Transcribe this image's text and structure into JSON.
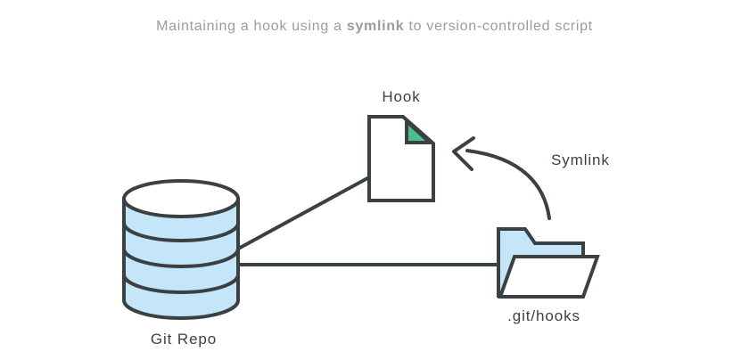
{
  "title": {
    "prefix": "Maintaining a hook using a ",
    "emphasis": "symlink",
    "suffix": " to version-controlled script"
  },
  "diagram": {
    "nodes": [
      {
        "id": "git-repo",
        "label": "Git Repo",
        "shape": "database-cylinder"
      },
      {
        "id": "hook",
        "label": "Hook",
        "shape": "file-with-folded-corner"
      },
      {
        "id": "hooks-dir",
        "label": ".git/hooks",
        "shape": "open-folder"
      }
    ],
    "edges": [
      {
        "from": "git-repo",
        "to": "hook",
        "style": "straight-line",
        "label": ""
      },
      {
        "from": "git-repo",
        "to": "hooks-dir",
        "style": "straight-line",
        "label": ""
      },
      {
        "from": "hooks-dir",
        "to": "hook",
        "style": "curved-arrow",
        "label": "Symlink"
      }
    ]
  },
  "colors": {
    "outline": "#3b4043",
    "node_fill_blue": "#c5e5f9",
    "node_fill_white": "#ffffff",
    "fold_green": "#4ac08e",
    "title_text": "#9a9c9e",
    "label_text": "#3b4043",
    "background": "#ffffff"
  }
}
